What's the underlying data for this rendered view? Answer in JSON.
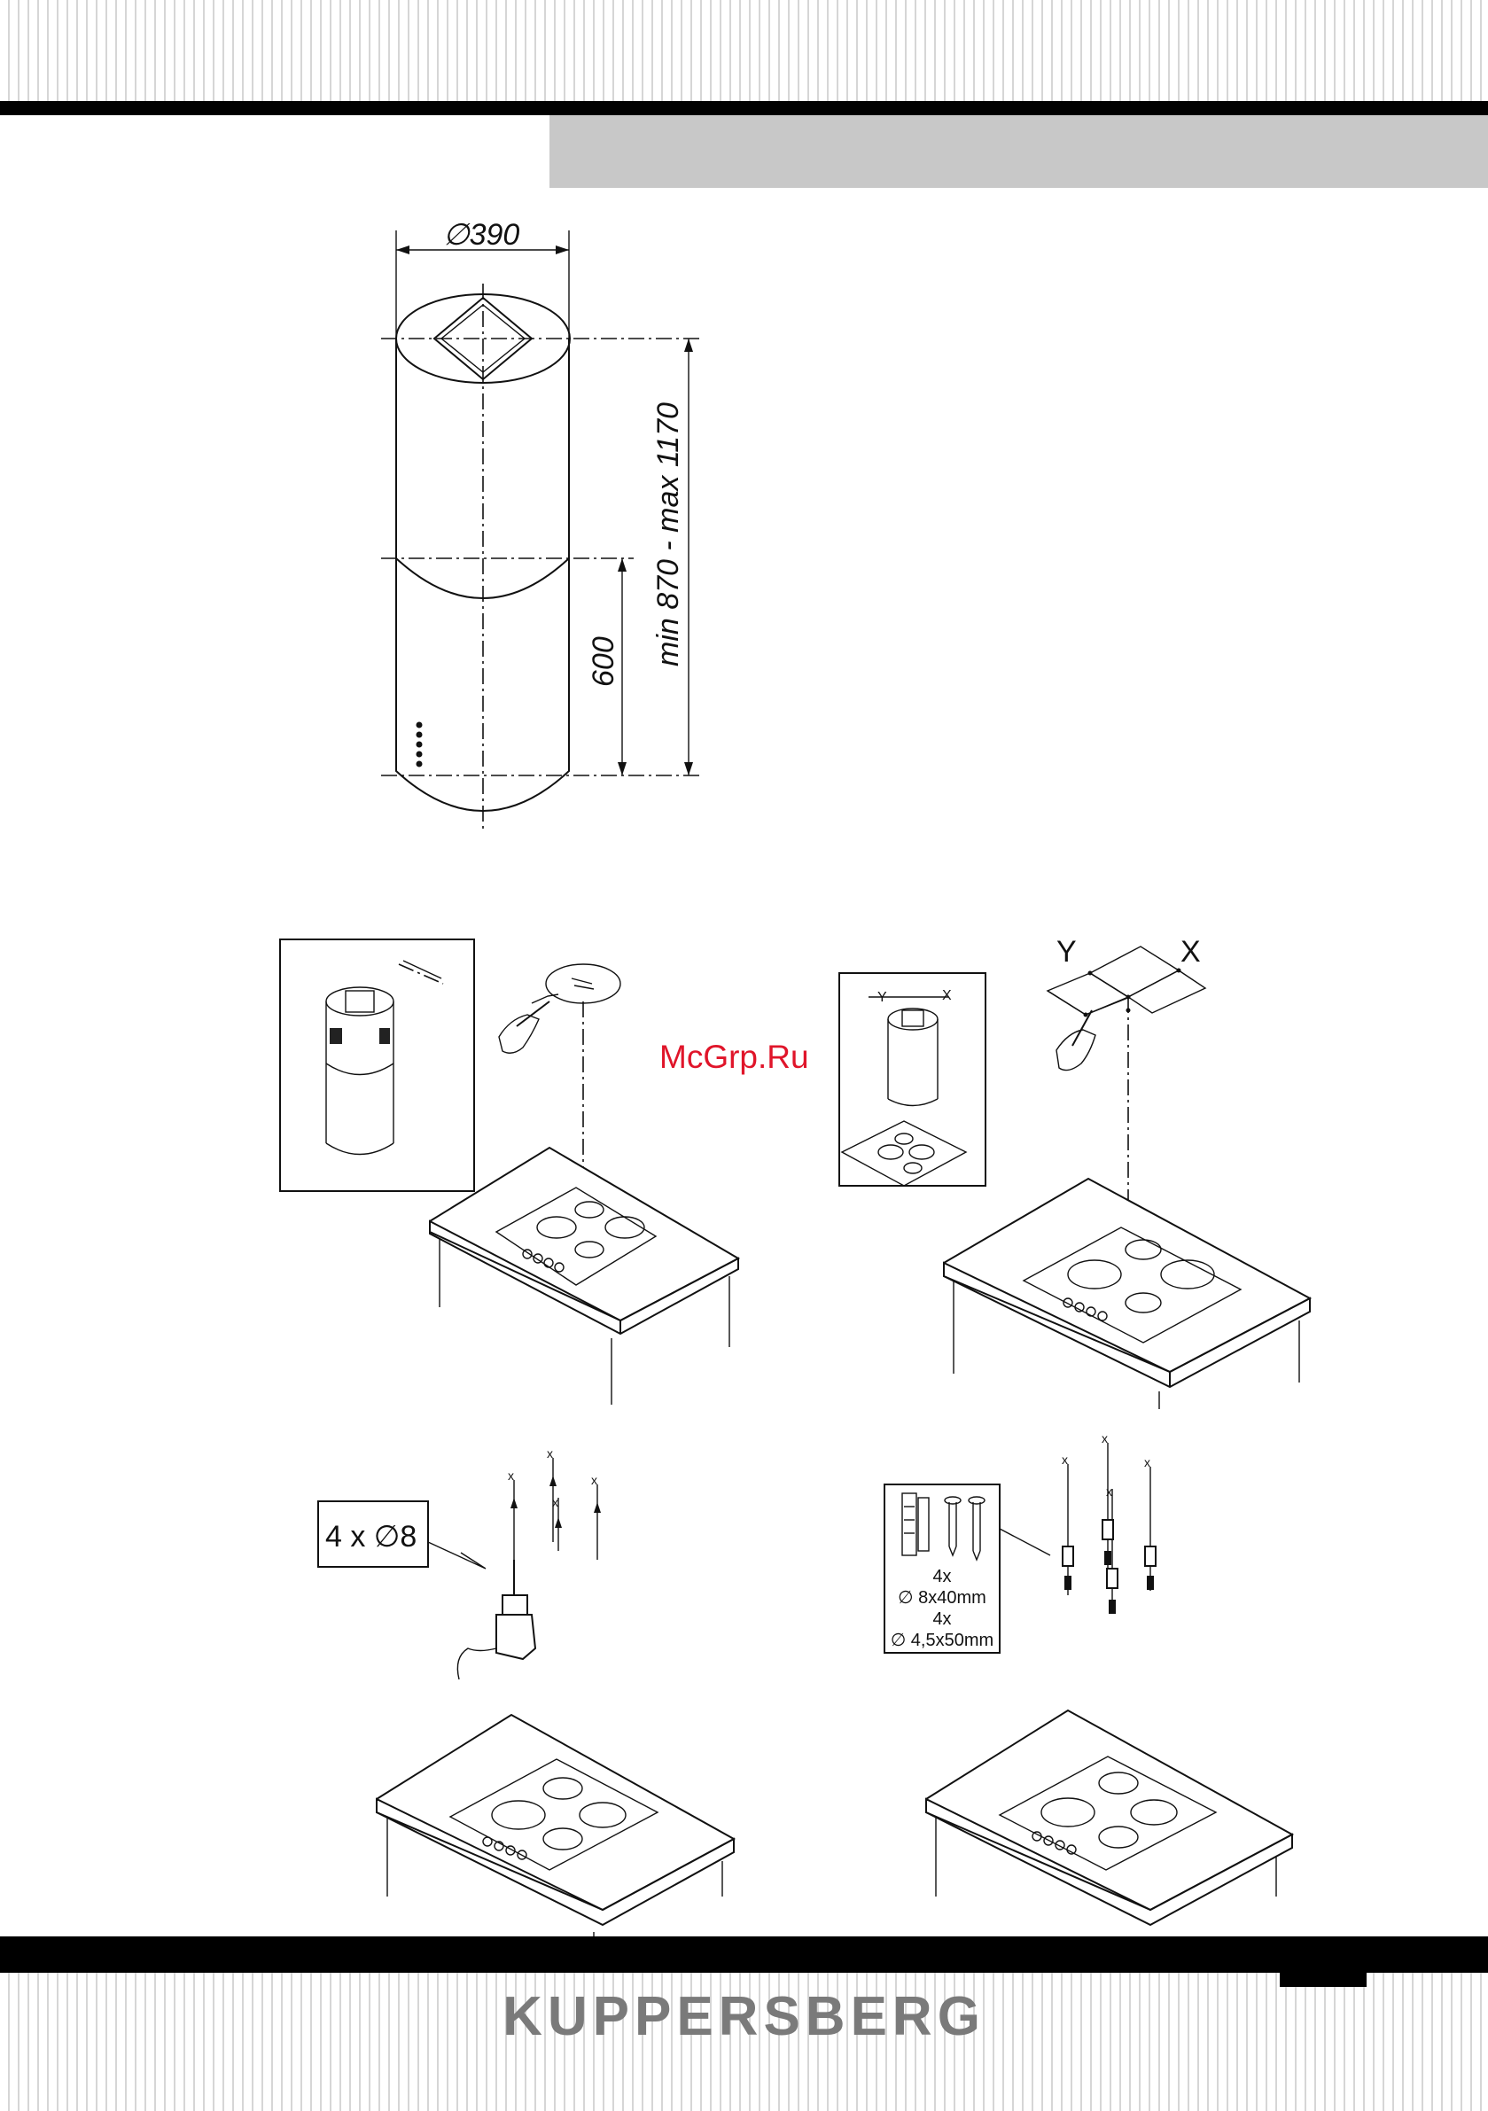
{
  "dimensions": {
    "diameter": "∅390",
    "lower_height": "600",
    "total_height": "min 870 - max 1170"
  },
  "steps": {
    "x_label": "X",
    "y_label": "Y",
    "inset_x_label": "X",
    "inset_y_label": "Y",
    "drill_callout": "4 x ∅8",
    "hardware_qty_1": "4x",
    "hardware_size_1": "∅ 8x40mm",
    "hardware_qty_2": "4x",
    "hardware_size_2": "∅ 4,5x50mm"
  },
  "watermark": "McGrp.Ru",
  "footer": {
    "brand": "KUPPERSBERG"
  }
}
